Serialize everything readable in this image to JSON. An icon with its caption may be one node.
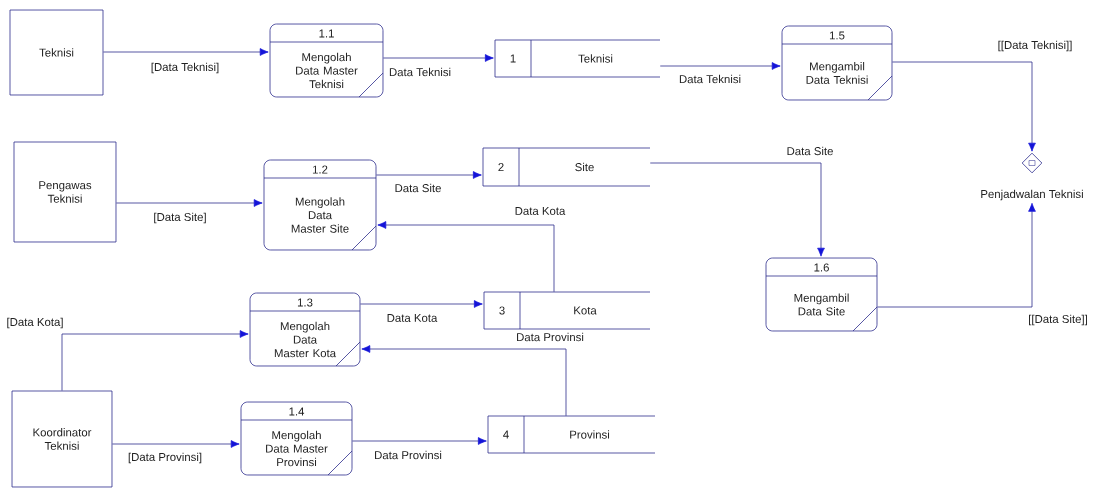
{
  "diagram": {
    "nodes": [
      {
        "text": [
          "Teknisi"
        ]
      },
      {
        "text": [
          "1.1",
          "Mengolah Data Master Teknisi"
        ]
      },
      {
        "text": [
          "1",
          "Teknisi"
        ]
      },
      {
        "text": [
          "1.5",
          "Mengambil Data Teknisi"
        ]
      },
      {
        "text": [
          "Pengawas Teknisi"
        ]
      },
      {
        "text": [
          "1.2",
          "Mengolah Data Master Site"
        ]
      },
      {
        "text": [
          "2",
          "Site"
        ]
      },
      {
        "text": [
          "Penjadwalan Teknisi"
        ]
      },
      {
        "text": [
          "1.6",
          "Mengambil Data Site"
        ]
      },
      {
        "text": [
          "1.3",
          "Mengolah Data Master Kota"
        ]
      },
      {
        "text": [
          "3",
          "Kota"
        ]
      },
      {
        "text": [
          "Koordinator Teknisi"
        ]
      },
      {
        "text": [
          "1.4",
          "Mengolah Data Master Provinsi"
        ]
      },
      {
        "text": [
          "4",
          "Provinsi"
        ]
      }
    ],
    "edges": [
      {
        "from": 0,
        "to": 1,
        "arrow": "to",
        "label": "[Data Teknisi]"
      },
      {
        "from": 1,
        "to": 2,
        "arrow": "to",
        "label": "Data Teknisi"
      },
      {
        "from": 2,
        "to": 3,
        "arrow": "to",
        "label": "Data Teknisi"
      },
      {
        "from": 3,
        "to": 7,
        "arrow": "to",
        "label": "[[Data Teknisi]]"
      },
      {
        "from": 4,
        "to": 5,
        "arrow": "to",
        "label": "[Data Site]"
      },
      {
        "from": 5,
        "to": 6,
        "arrow": "to",
        "label": "Data Site"
      },
      {
        "from": 6,
        "to": 8,
        "arrow": "to",
        "label": "Data Site"
      },
      {
        "from": 10,
        "to": 5,
        "arrow": "to",
        "label": "Data Kota"
      },
      {
        "from": 11,
        "to": 9,
        "arrow": "to",
        "label": "[Data Kota]"
      },
      {
        "from": 9,
        "to": 10,
        "arrow": "to",
        "label": "Data Kota"
      },
      {
        "from": 13,
        "to": 9,
        "arrow": "to",
        "label": "Data Provinsi"
      },
      {
        "from": 11,
        "to": 12,
        "arrow": "to",
        "label": "[Data Provinsi]"
      },
      {
        "from": 12,
        "to": 13,
        "arrow": "to",
        "label": "Data Provinsi"
      },
      {
        "from": 8,
        "to": 7,
        "arrow": "to",
        "label": "[[Data Site]]"
      }
    ]
  }
}
